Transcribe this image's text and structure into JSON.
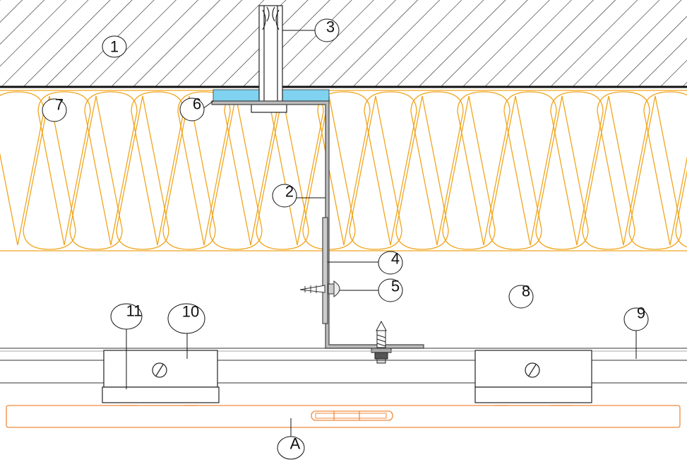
{
  "diagram": {
    "callouts": [
      {
        "id": "c1",
        "label": "1"
      },
      {
        "id": "c2",
        "label": "2"
      },
      {
        "id": "c3",
        "label": "3"
      },
      {
        "id": "c4",
        "label": "4"
      },
      {
        "id": "c5",
        "label": "5"
      },
      {
        "id": "c6",
        "label": "6"
      },
      {
        "id": "c7",
        "label": "7"
      },
      {
        "id": "c8",
        "label": "8"
      },
      {
        "id": "c9",
        "label": "9"
      },
      {
        "id": "c10",
        "label": "10"
      },
      {
        "id": "c11",
        "label": "11"
      },
      {
        "id": "cA",
        "label": "A"
      }
    ],
    "colors": {
      "insulation": "#f0a51e",
      "pad": "#7fd3f0",
      "panel": "#f08a3c",
      "line": "#111111",
      "bracket": "#555555"
    }
  }
}
